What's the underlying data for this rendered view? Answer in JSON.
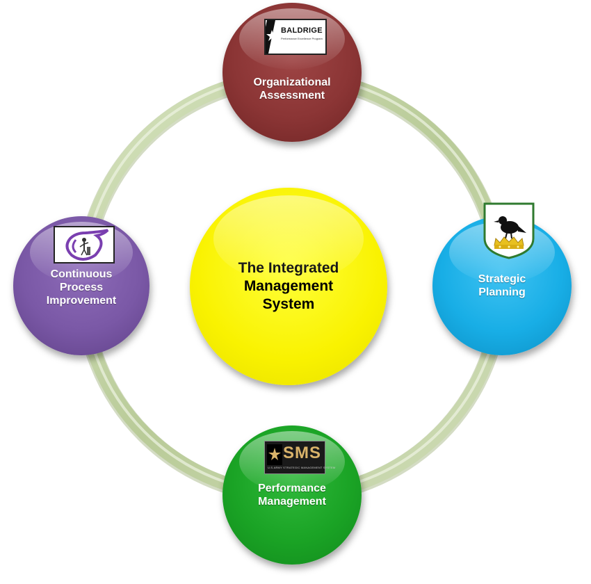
{
  "diagram": {
    "center": {
      "label": "The Integrated\nManagement\nSystem"
    },
    "nodes": {
      "assessment": {
        "label": "Organizational\nAssessment",
        "logo_text": "BALDRIGE",
        "logo_subtext": "Performance Excellence Program"
      },
      "planning": {
        "label": "Strategic\nPlanning"
      },
      "performance": {
        "label": "Performance\nManagement",
        "logo_text": "SMS",
        "logo_subtext": "U.S.ARMY    STRATEGIC MANAGEMENT SYSTEM"
      },
      "improvement": {
        "label": "Continuous\nProcess\nImprovement"
      }
    },
    "colors": {
      "ring": "#c3d3a8",
      "assessment": "#8b3535",
      "planning": "#18aee6",
      "performance": "#1aa325",
      "improvement": "#7a58a6",
      "center": "#f9f200"
    }
  }
}
